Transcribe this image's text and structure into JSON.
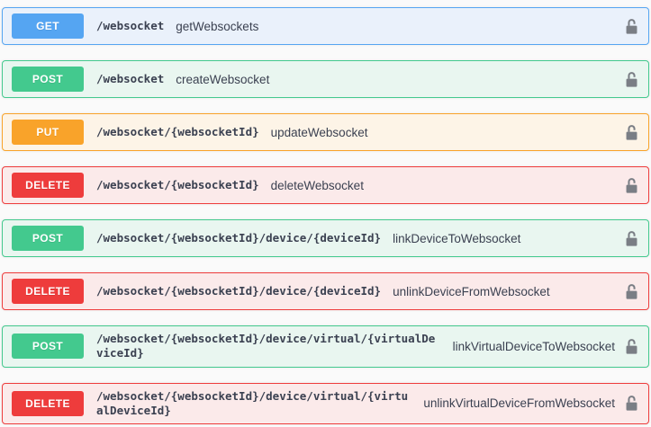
{
  "page": {
    "background": "#fafafa"
  },
  "colors": {
    "get": "#55a5f2",
    "post": "#43c98e",
    "put": "#f9a32a",
    "delete": "#ee3c3c",
    "get_row_bg": "#eaf1fb",
    "post_row_bg": "#e9f6f0",
    "put_row_bg": "#fdf4e7",
    "delete_row_bg": "#fbeaea",
    "text": "#3b4151",
    "lock_icon": "#7a7e85"
  },
  "endpoints": [
    {
      "method": "GET",
      "method_key": "get",
      "path": "/websocket",
      "summary": "getWebsockets",
      "auth_icon": "unlock-icon"
    },
    {
      "method": "POST",
      "method_key": "post",
      "path": "/websocket",
      "summary": "createWebsocket",
      "auth_icon": "unlock-icon"
    },
    {
      "method": "PUT",
      "method_key": "put",
      "path": "/websocket/{websocketId}",
      "summary": "updateWebsocket",
      "auth_icon": "unlock-icon"
    },
    {
      "method": "DELETE",
      "method_key": "delete",
      "path": "/websocket/{websocketId}",
      "summary": "deleteWebsocket",
      "auth_icon": "unlock-icon"
    },
    {
      "method": "POST",
      "method_key": "post",
      "path": "/websocket/{websocketId}/device/{deviceId}",
      "summary": "linkDeviceToWebsocket",
      "auth_icon": "unlock-icon"
    },
    {
      "method": "DELETE",
      "method_key": "delete",
      "path": "/websocket/{websocketId}/device/{deviceId}",
      "summary": "unlinkDeviceFromWebsocket",
      "auth_icon": "unlock-icon"
    },
    {
      "method": "POST",
      "method_key": "post",
      "path": "/websocket/{websocketId}/device/virtual/{virtualDeviceId}",
      "summary": "linkVirtualDeviceToWebsocket",
      "auth_icon": "unlock-icon"
    },
    {
      "method": "DELETE",
      "method_key": "delete",
      "path": "/websocket/{websocketId}/device/virtual/{virtualDeviceId}",
      "summary": "unlinkVirtualDeviceFromWebsocket",
      "auth_icon": "unlock-icon"
    }
  ]
}
